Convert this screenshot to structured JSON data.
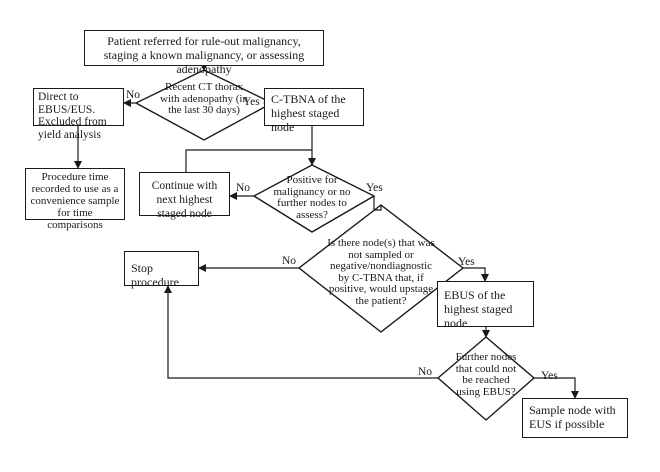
{
  "boxes": {
    "start": "Patient referred for rule-out malignancy, staging a known malignancy, or assessing adenopathy",
    "direct_to_ebus": "Direct to EBUS/EUS. Excluded from yield analysis",
    "procedure_time": "Procedure time recorded to use as a convenience sample for time comparisons",
    "ctbna_highest": "C-TBNA of the highest staged node",
    "continue_next": "Continue with next highest staged node",
    "stop_procedure": "Stop procedure",
    "ebus_highest": "EBUS of the highest staged node",
    "sample_eus": "Sample node with EUS if possible"
  },
  "decisions": {
    "recent_ct": "Recent CT thorax with adenopathy (in the last 30 days)",
    "positive_malignancy": "Positive for malignancy or no further nodes to assess?",
    "node_not_sampled": "Is there node(s) that was not sampled or negative/nondiagnostic by C-TBNA that, if positive, would upstage the patient?",
    "further_nodes": "Further nodes that could not be reached using EBUS?"
  },
  "labels": {
    "ct_no": "No",
    "ct_yes": "Yes",
    "pos_no": "No",
    "pos_yes": "Yes",
    "node_no": "No",
    "node_yes": "Yes",
    "further_no": "No",
    "further_yes": "Yes"
  },
  "colors": {
    "line": "#1a1a1a",
    "background": "#ffffff"
  }
}
